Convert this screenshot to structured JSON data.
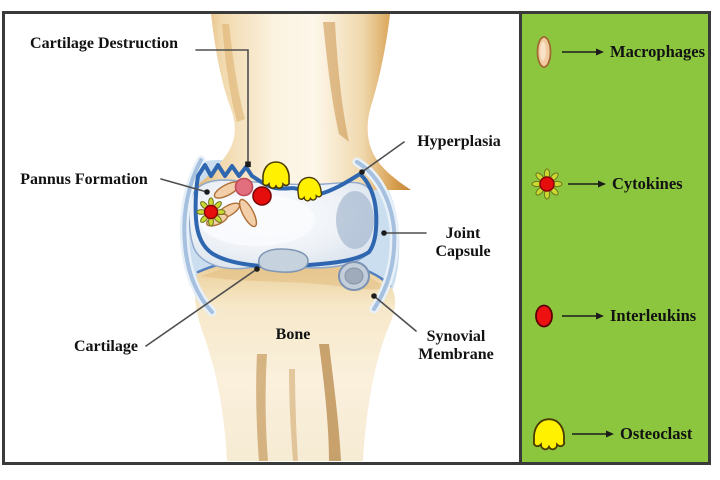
{
  "figure": {
    "type": "medical-diagram",
    "subject": "Rheumatoid arthritis knee joint cross-section",
    "labels": {
      "cartilage_destruction": "Cartilage Destruction",
      "pannus_formation": "Pannus Formation",
      "hyperplasia": "Hyperplasia",
      "joint_capsule": "Joint Capsule",
      "synovial_membrane": "Synovial Membrane",
      "cartilage": "Cartilage",
      "bone": "Bone"
    },
    "legend": {
      "background_color": "#8CC63F",
      "items": [
        {
          "label": "Macrophages",
          "icon": "macrophage-icon",
          "color": "#F2CBA2"
        },
        {
          "label": "Cytokines",
          "icon": "cytokine-icon",
          "color": "#E60D0D"
        },
        {
          "label": "Interleukins",
          "icon": "interleukin-icon",
          "color": "#ED1111"
        },
        {
          "label": "Osteoclast",
          "icon": "osteoclast-icon",
          "color": "#FFF100"
        }
      ]
    },
    "colors": {
      "frame_border": "#3A3A3A",
      "bone_tan": "#F0DAB0",
      "bone_shadow": "#C08438",
      "synovial_blue": "#2E66B0",
      "capsule_light_blue": "#A6C0DF",
      "joint_fluid": "#CADEF0",
      "cartilage_grey": "#C6D2DE",
      "label_text": "#121212"
    }
  }
}
